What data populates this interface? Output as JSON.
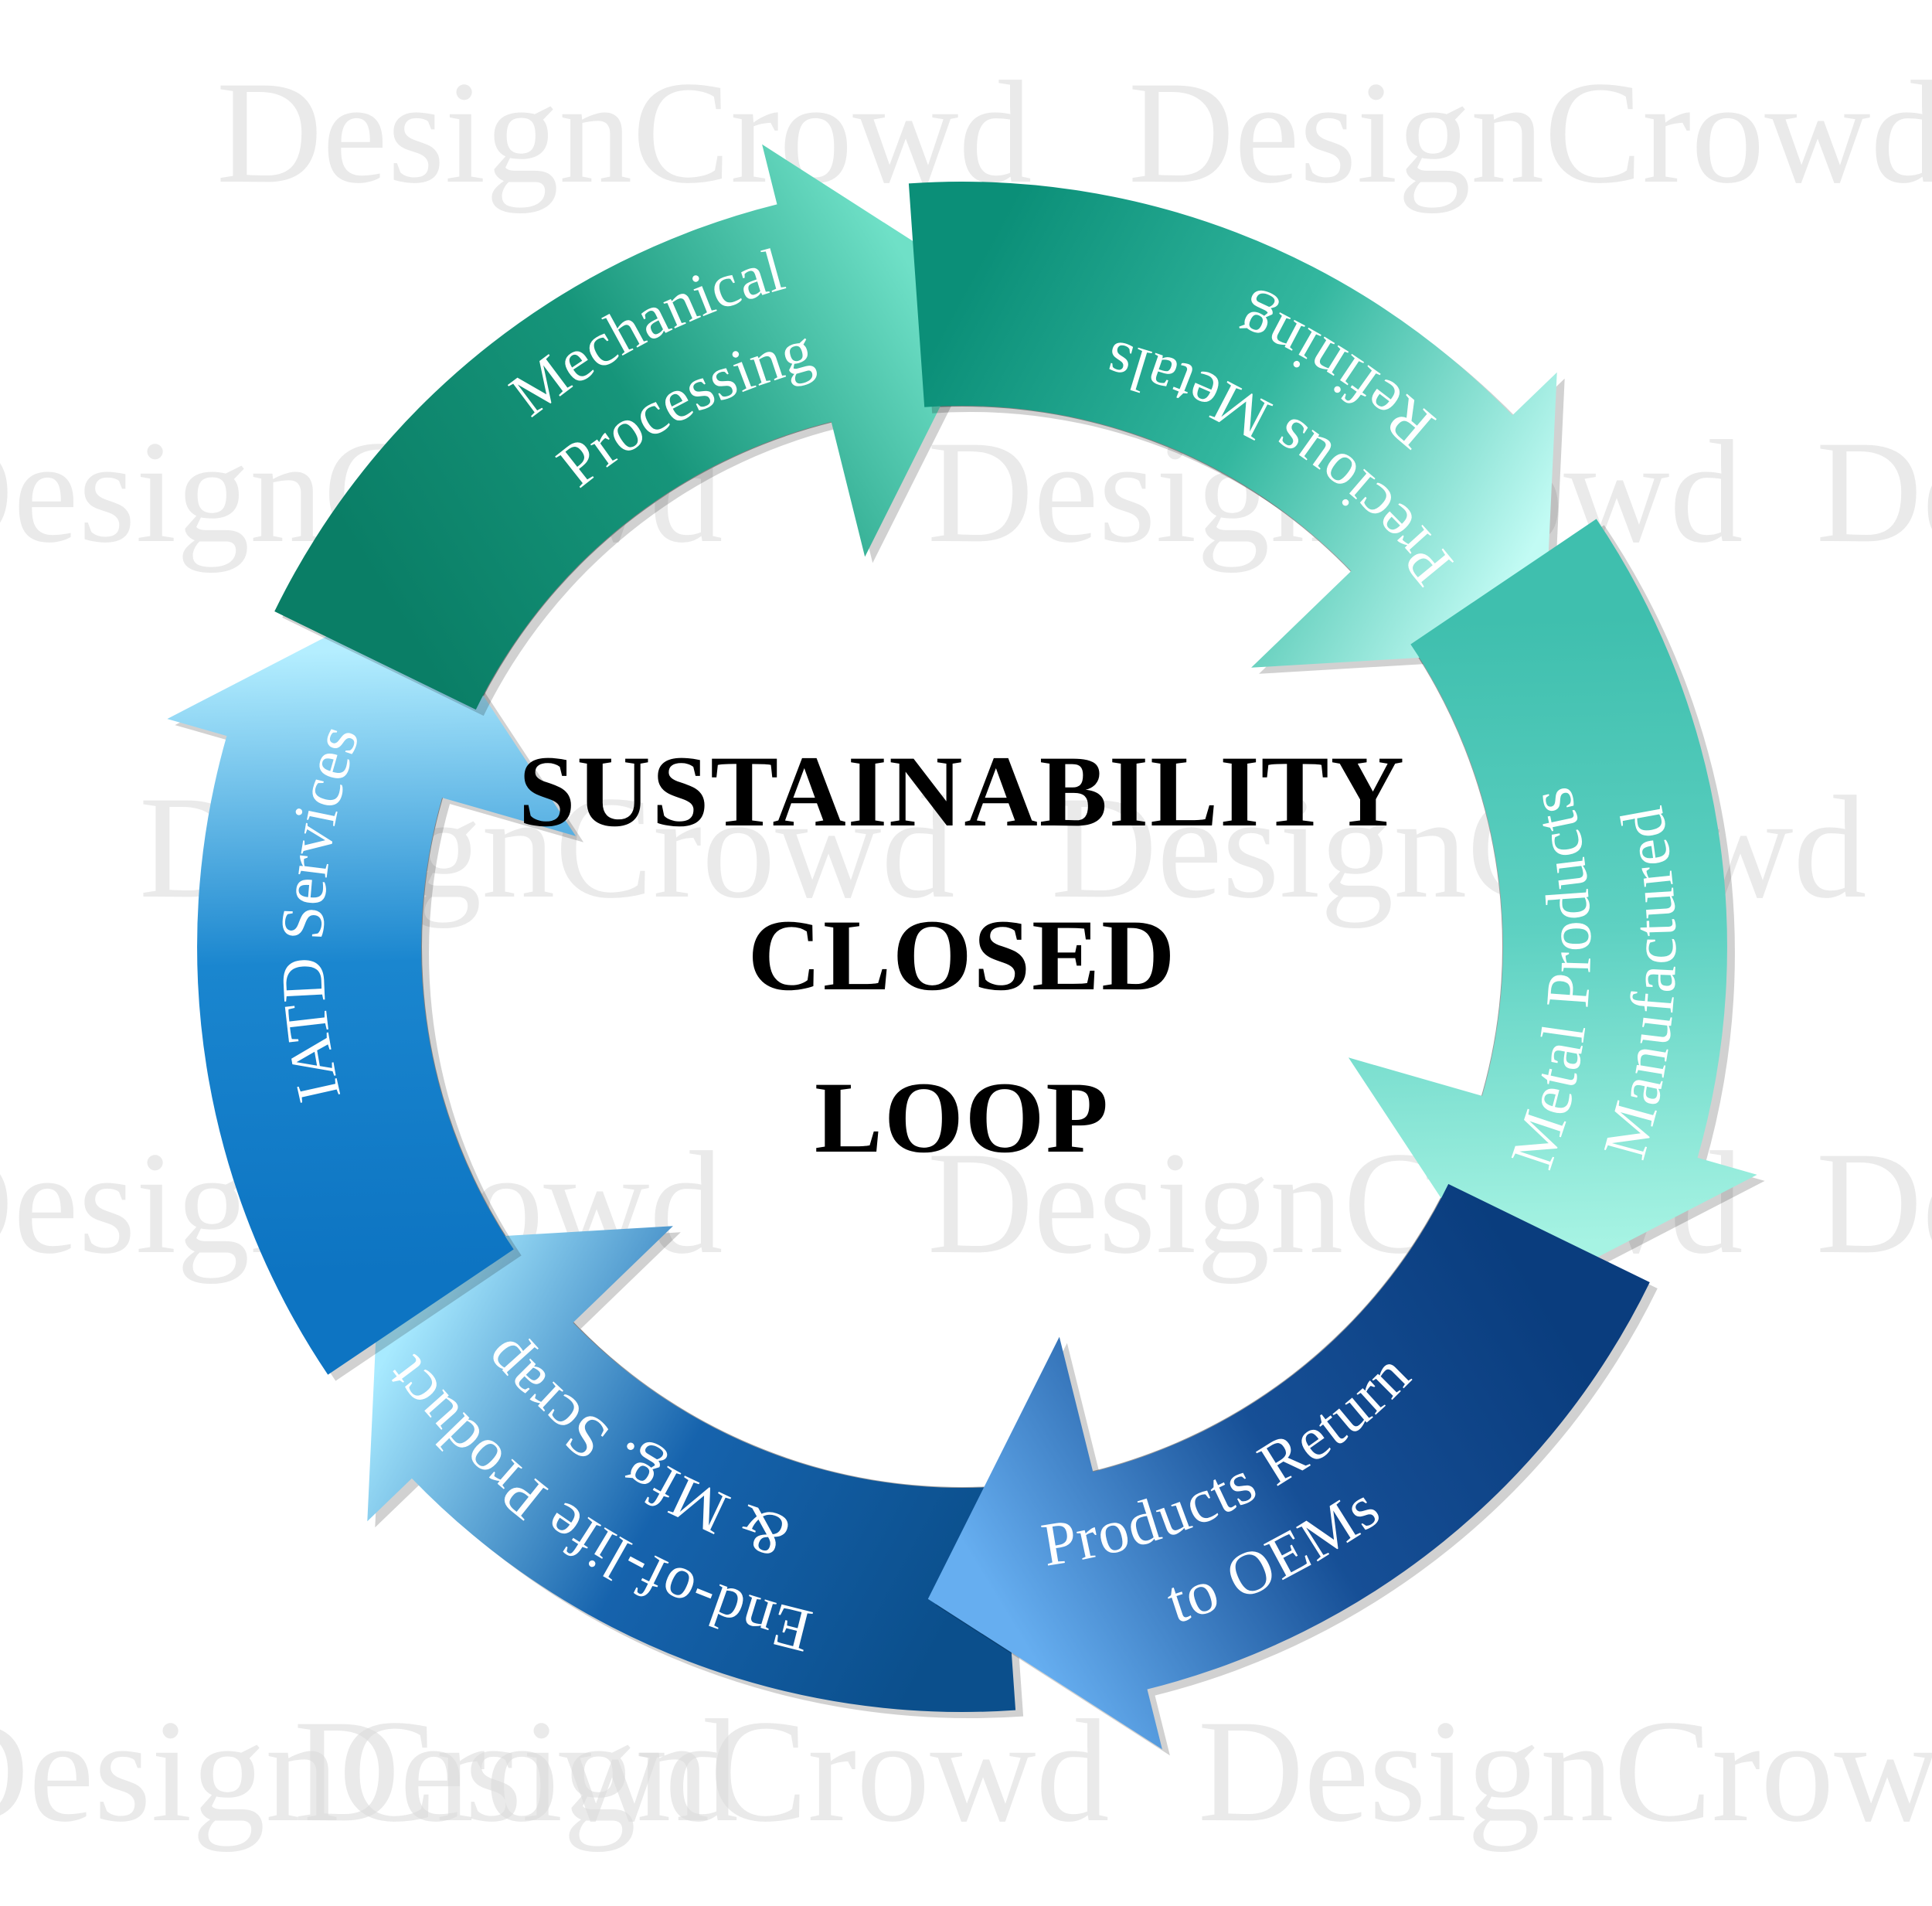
{
  "diagram": {
    "center_title": [
      "SUSTAINABILITY",
      "CLOSED",
      "LOOP"
    ],
    "segments": [
      {
        "id": "iatd",
        "lines": [
          "IATD Services"
        ],
        "colors": [
          "#0b4f8c",
          "#1663ad",
          "#a8eaff"
        ]
      },
      {
        "id": "mechanical",
        "lines": [
          "Mechanical",
          "Processing"
        ],
        "colors": [
          "#0d74c2",
          "#1a86cf",
          "#b4eeff"
        ]
      },
      {
        "id": "refining",
        "lines": [
          "Precious Metals",
          "Refining"
        ],
        "colors": [
          "#0a7e66",
          "#16957a",
          "#6fe0c7"
        ]
      },
      {
        "id": "manufactured",
        "lines": [
          "Metal Products",
          "Manufactured"
        ],
        "colors": [
          "#0b8f78",
          "#33b79f",
          "#c2fbf4"
        ]
      },
      {
        "id": "return",
        "lines": [
          "Products Return",
          "to OEMs"
        ],
        "colors": [
          "#3fbfae",
          "#5ed1c2",
          "#a6f3e3"
        ]
      },
      {
        "id": "endoflife",
        "lines": [
          "End-of-life Product",
          "& Mfg. Scrap"
        ],
        "colors": [
          "#0a3d7e",
          "#164f96",
          "#66aef0"
        ]
      }
    ]
  },
  "watermark": "DesignCrowd"
}
